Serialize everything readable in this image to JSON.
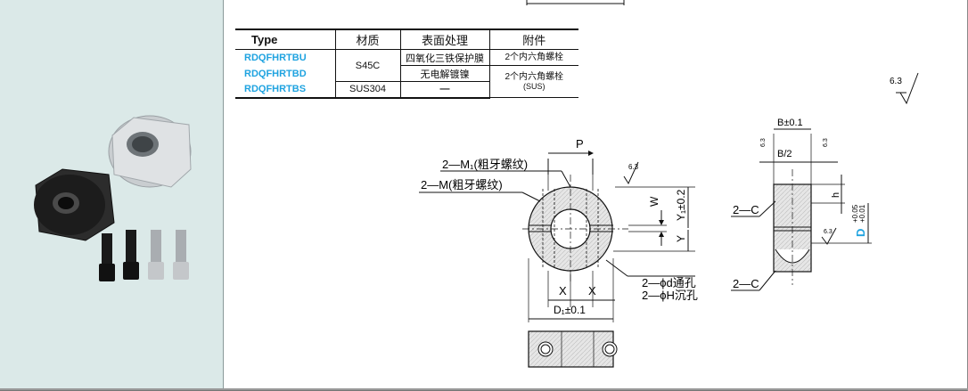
{
  "table": {
    "headers": [
      "Type",
      "材质",
      "表面处理",
      "附件"
    ],
    "rows": [
      {
        "type": "RDQFHRTBU",
        "material": "S45C",
        "finish": "四氧化三铁保护膜",
        "accessory": "2个内六角螺栓"
      },
      {
        "type": "RDQFHRTBD",
        "finish": "无电解镀镍",
        "accessory": "2个内六角螺栓",
        "accessory_note": "(SUS)"
      },
      {
        "type": "RDQFHRTBS",
        "material": "SUS304",
        "finish": "—"
      }
    ]
  },
  "drawing": {
    "roughness": "6.3",
    "front": {
      "m1": "2—M₁(粗牙螺纹)",
      "m": "2—M(粗牙螺纹)",
      "p": "P",
      "w": "W",
      "y1": "Y₁±0.2",
      "y": "Y",
      "x": "X",
      "d1": "D₁±0.1",
      "phi_d": "2—ϕd通孔",
      "phi_h": "2—ϕH沉孔"
    },
    "side": {
      "b": "B±0.1",
      "b_half": "B/2",
      "h": "h",
      "d_tol_upper": "+0.05",
      "d_tol_lower": "+0.01",
      "d": "D",
      "chamfer": "2—C"
    }
  }
}
